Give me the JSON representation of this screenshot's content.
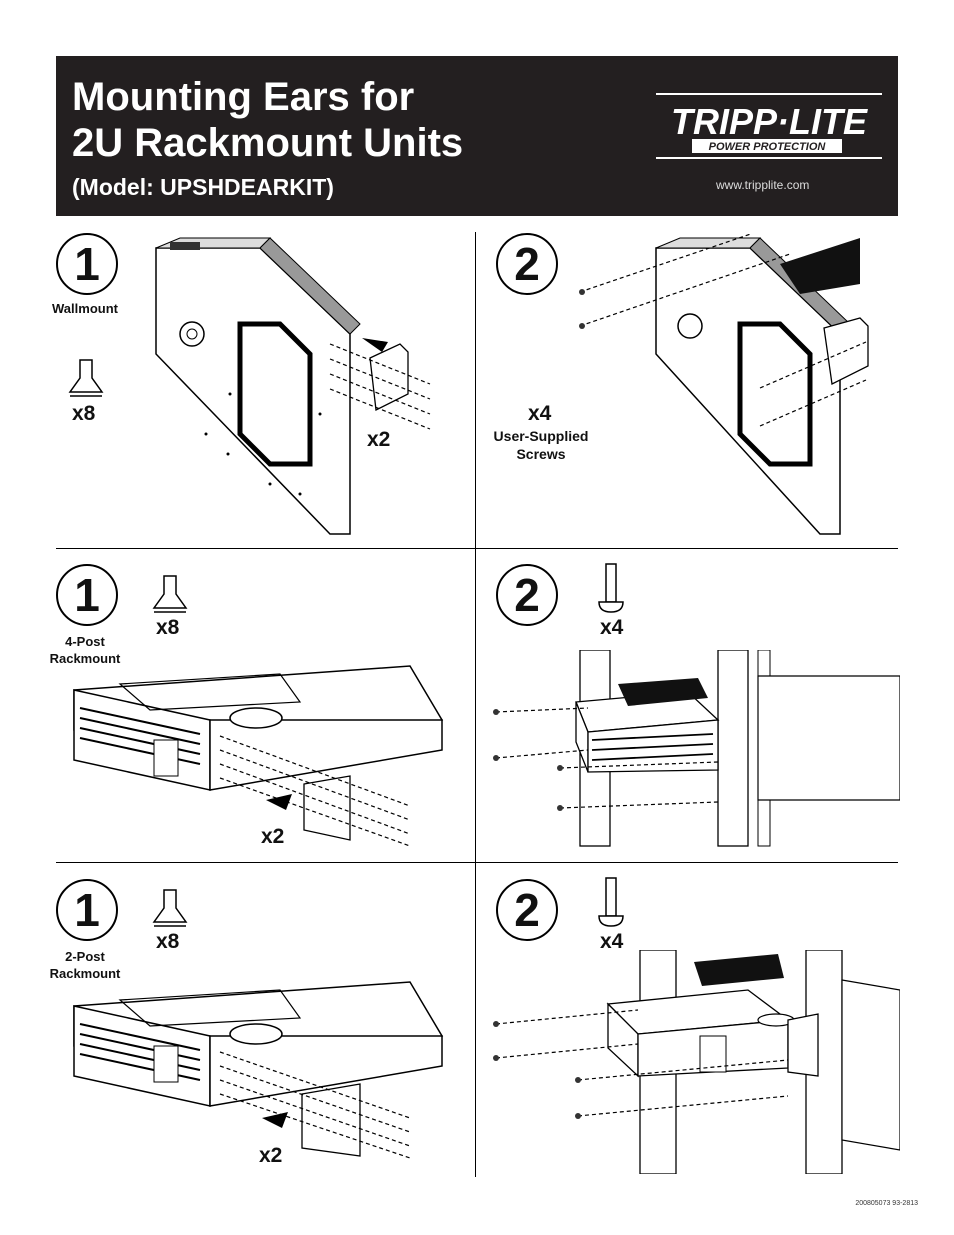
{
  "header": {
    "title_line1": "Mounting Ears for",
    "title_line2": "2U Rackmount Units",
    "subtitle": "(Model: UPSHDEARKIT)",
    "logo_main": "TRIPP·LITE",
    "logo_tagline": "POWER PROTECTION",
    "url": "www.tripplite.com"
  },
  "sections": {
    "wallmount": {
      "step1_number": "1",
      "step1_label": "Wallmount",
      "step1_screw_qty": "x8",
      "step1_ear_qty": "x2",
      "step2_number": "2",
      "step2_screw_qty": "x4",
      "step2_screw_note_line1": "User-Supplied",
      "step2_screw_note_line2": "Screws"
    },
    "four_post": {
      "step1_number": "1",
      "step1_label_line1": "4-Post",
      "step1_label_line2": "Rackmount",
      "step1_screw_qty": "x8",
      "step1_ear_qty": "x2",
      "step2_number": "2",
      "step2_screw_qty": "x4"
    },
    "two_post": {
      "step1_number": "1",
      "step1_label_line1": "2-Post",
      "step1_label_line2": "Rackmount",
      "step1_screw_qty": "x8",
      "step1_ear_qty": "x2",
      "step2_number": "2",
      "step2_screw_qty": "x4"
    }
  },
  "footer": {
    "doc_code": "200805073  93-2813"
  }
}
